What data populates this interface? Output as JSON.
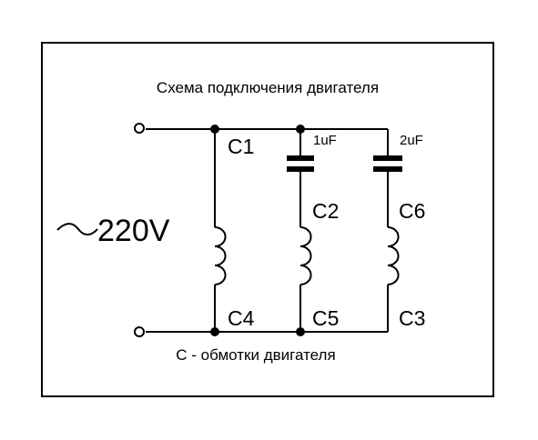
{
  "title": "Схема подключения двигателя",
  "footer": "C - обмотки двигателя",
  "supply": {
    "symbol": "~",
    "voltage": "220V"
  },
  "terminals": {
    "c1": "C1",
    "c2": "C2",
    "c3": "C3",
    "c4": "C4",
    "c5": "C5",
    "c6": "C6"
  },
  "capacitors": {
    "cap1": "1uF",
    "cap2": "2uF"
  }
}
